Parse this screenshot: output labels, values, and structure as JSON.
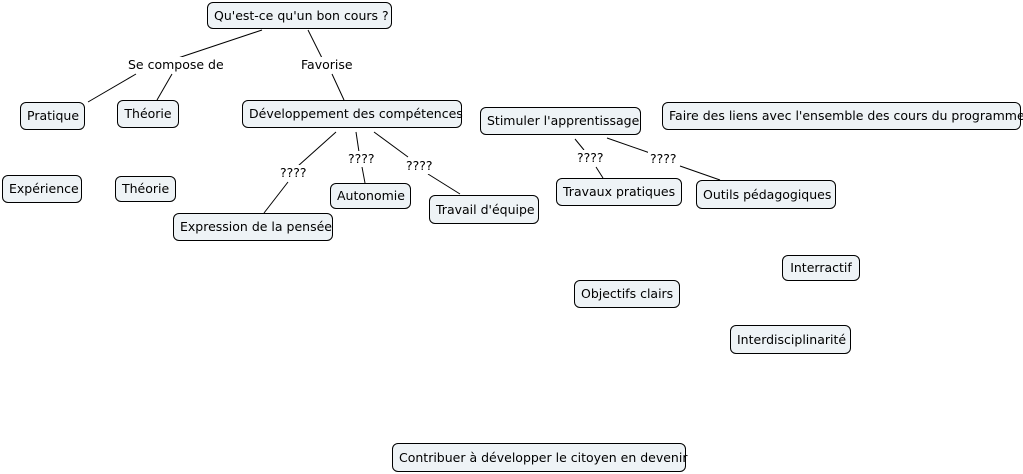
{
  "diagram": {
    "nodes": {
      "root": "Qu'est-ce qu'un bon cours ?",
      "pratique": "Pratique",
      "theorie1": "Théorie",
      "developpement": "Développement des compétences",
      "experience": "Expérience",
      "theorie2": "Théorie",
      "expression": "Expression de la pensée",
      "autonomie": "Autonomie",
      "travail_equipe": "Travail d'équipe",
      "stimuler": "Stimuler l'apprentissage",
      "faire_liens": "Faire des liens avec l'ensemble des cours du programme",
      "travaux_pratiques": "Travaux pratiques",
      "outils": "Outils pédagogiques",
      "interractif": "Interractif",
      "objectifs": "Objectifs clairs",
      "interdisciplinarite": "Interdisciplinarité",
      "citoyen": "Contribuer à développer le citoyen en devenir"
    },
    "link_labels": {
      "se_compose_de": "Se compose de",
      "favorise": "Favorise",
      "q_expression": "????",
      "q_autonomie": "????",
      "q_equipe": "????",
      "q_travaux": "????",
      "q_outils": "????"
    }
  }
}
